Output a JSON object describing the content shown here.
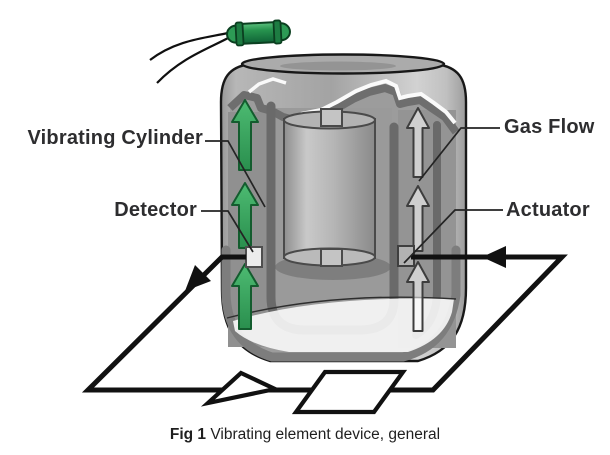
{
  "labels": {
    "vibrating_cylinder": "Vibrating Cylinder",
    "detector": "Detector",
    "gas_flow": "Gas Flow",
    "actuator": "Actuator"
  },
  "caption": {
    "prefix": "Fig 1",
    "text": " Vibrating element device, general"
  },
  "colors": {
    "arrow_green_light": "#4dbb72",
    "arrow_green_dark": "#2a8f4e",
    "arrow_green_outline": "#135c2e",
    "capsule_green_light": "#5cc07e",
    "capsule_green": "#28954f",
    "capsule_green_dark": "#0f6236",
    "circuit_black": "#111111",
    "housing_gray": "#a5a5a5",
    "label_text": "#2d2d2f"
  },
  "icons": {
    "vibration_arrows": "up-arrow-green-icon",
    "gas_flow_arrows": "up-arrow-outline-icon",
    "signal_arrowheads": "flow-direction-arrowhead-icon",
    "amplifier_symbol": "amplifier-triangle-icon",
    "signal_block": "parallelogram-block-icon",
    "sensor_capsule": "piezo-capsule-icon"
  }
}
